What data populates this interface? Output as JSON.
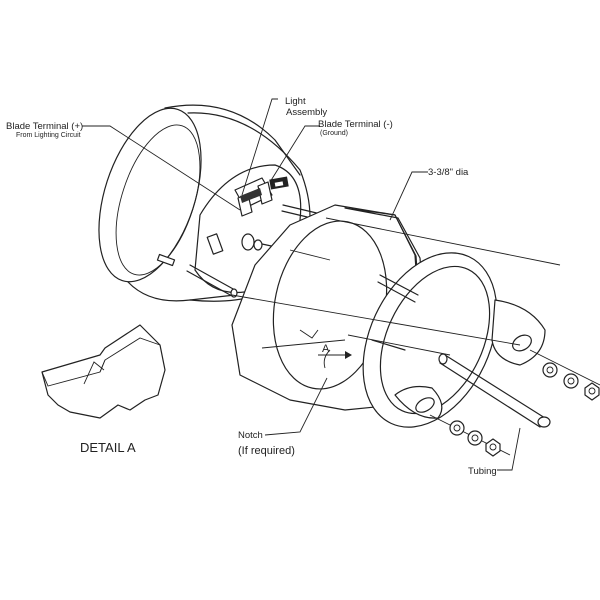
{
  "labels": {
    "blade_pos": "Blade Terminal (+)",
    "blade_pos_sub": "From Lighting Circuit",
    "light_line1": "Light",
    "light_line2": "Assembly",
    "blade_neg": "Blade Terminal (-)",
    "blade_neg_sub": "(Ground)",
    "diameter": "3-3/8\" dia",
    "detail_letter": "A",
    "detail_title": "DETAIL  A",
    "notch": "Notch",
    "notch_sub": "(If required)",
    "tubing": "Tubing"
  }
}
